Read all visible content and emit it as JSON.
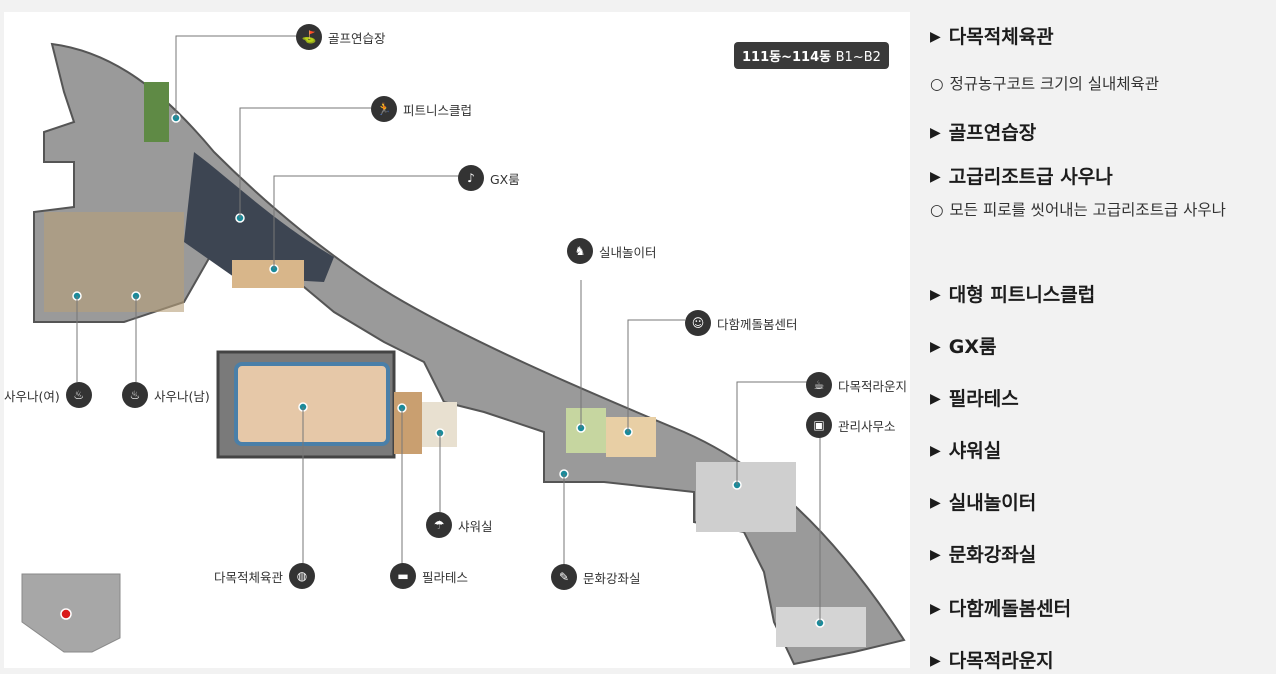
{
  "map": {
    "badge": {
      "bold": "111동~114동",
      "light": "B1~B2"
    },
    "callouts": [
      {
        "id": "golf",
        "label": "골프연습장",
        "icon": "golfer-icon",
        "glyph": "⛳"
      },
      {
        "id": "fitness",
        "label": "피트니스클럽",
        "icon": "treadmill-icon",
        "glyph": "🏃"
      },
      {
        "id": "gx",
        "label": "GX룸",
        "icon": "dancer-icon",
        "glyph": "♪"
      },
      {
        "id": "kids",
        "label": "실내놀이터",
        "icon": "rocking-horse-icon",
        "glyph": "♞"
      },
      {
        "id": "care",
        "label": "다함께돌봄센터",
        "icon": "teddy-bear-icon",
        "glyph": "☺"
      },
      {
        "id": "lounge",
        "label": "다목적라운지",
        "icon": "coffee-cup-icon",
        "glyph": "☕"
      },
      {
        "id": "office",
        "label": "관리사무소",
        "icon": "office-people-icon",
        "glyph": "▣"
      },
      {
        "id": "sauna_f",
        "label": "사우나(여)",
        "icon": "sauna-female-icon",
        "glyph": "♨"
      },
      {
        "id": "sauna_m",
        "label": "사우나(남)",
        "icon": "sauna-male-icon",
        "glyph": "♨"
      },
      {
        "id": "shower",
        "label": "샤워실",
        "icon": "shower-icon",
        "glyph": "☂"
      },
      {
        "id": "gym",
        "label": "다목적체육관",
        "icon": "basketball-icon",
        "glyph": "◍"
      },
      {
        "id": "pilates",
        "label": "필라테스",
        "icon": "folder-icon",
        "glyph": "▬"
      },
      {
        "id": "culture",
        "label": "문화강좌실",
        "icon": "classroom-icon",
        "glyph": "✎"
      }
    ]
  },
  "sidebar": [
    {
      "type": "heading",
      "text": "다목적체육관"
    },
    {
      "type": "desc",
      "text": "정규농구코트 크기의 실내체육관"
    },
    {
      "type": "heading",
      "text": "골프연습장"
    },
    {
      "type": "heading",
      "text": "고급리조트급 사우나"
    },
    {
      "type": "desc",
      "text": "모든 피로를 씻어내는 고급리조트급 사우나"
    },
    {
      "type": "heading",
      "text": "대형 피트니스클럽"
    },
    {
      "type": "heading",
      "text": "GX룸"
    },
    {
      "type": "heading",
      "text": "필라테스"
    },
    {
      "type": "heading",
      "text": "샤워실"
    },
    {
      "type": "heading",
      "text": "실내놀이터"
    },
    {
      "type": "heading",
      "text": "문화강좌실"
    },
    {
      "type": "heading",
      "text": "다함께돌봄센터"
    },
    {
      "type": "heading",
      "text": "다목적라운지"
    }
  ],
  "colors": {
    "floor": "#8c8c8c",
    "wall": "#5a5a5a",
    "court": "#e6c8a8",
    "court_border": "#4a7fa8",
    "accent_dot": "#1a8a9a",
    "marker": "#d91a1a"
  }
}
